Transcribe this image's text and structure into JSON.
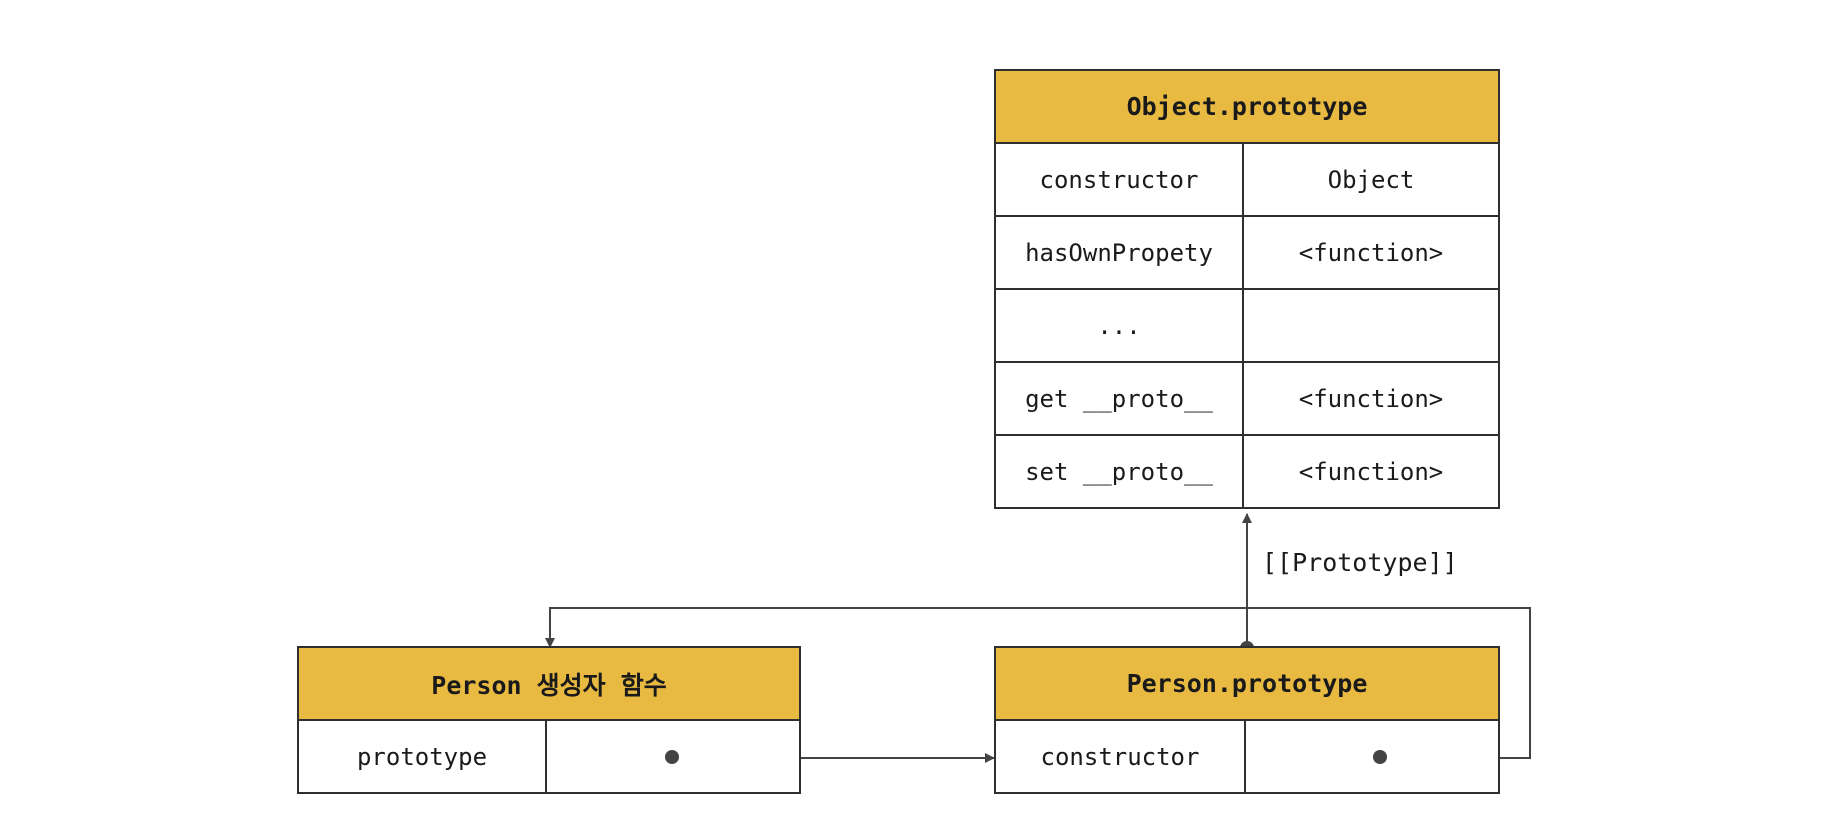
{
  "object_prototype": {
    "title": "Object.prototype",
    "rows": [
      {
        "key": "constructor",
        "value": "Object"
      },
      {
        "key": "hasOwnPropety",
        "value": "<function>"
      },
      {
        "key": "...",
        "value": ""
      },
      {
        "key": "get __proto__",
        "value": "<function>"
      },
      {
        "key": "set __proto__",
        "value": "<function>"
      }
    ]
  },
  "person_constructor": {
    "title": "Person 생성자 함수",
    "rows": [
      {
        "key": "prototype",
        "value": ""
      }
    ]
  },
  "person_prototype": {
    "title": "Person.prototype",
    "rows": [
      {
        "key": "constructor",
        "value": ""
      }
    ]
  },
  "links": {
    "prototype_link_label": "[[Prototype]]"
  },
  "colors": {
    "header_fill": "#e8ba42",
    "border": "#2f2f2f",
    "arrow": "#444444"
  }
}
